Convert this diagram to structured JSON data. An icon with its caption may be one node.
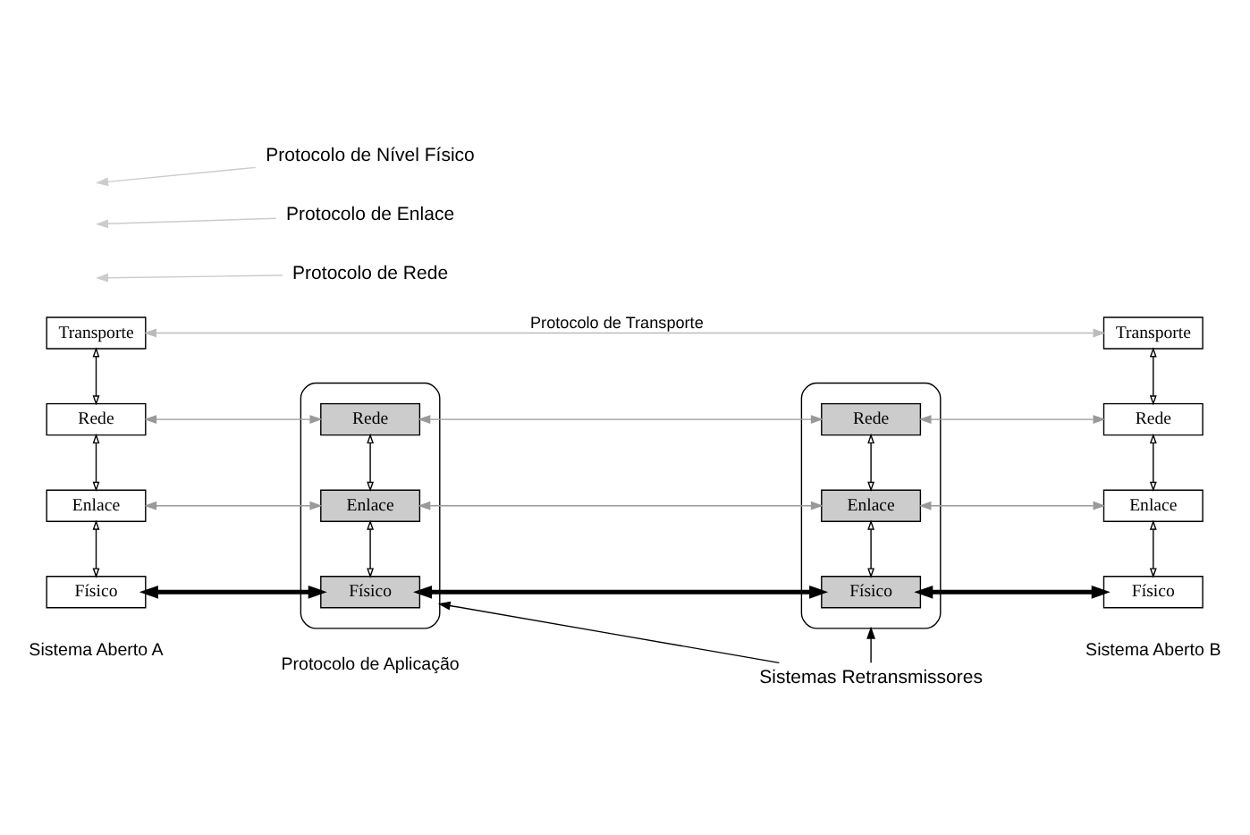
{
  "diagram": {
    "nodes": [
      {
        "text": [
          "Transporte"
        ]
      },
      {
        "text": [
          "Rede"
        ]
      },
      {
        "text": [
          "Enlace"
        ]
      },
      {
        "text": [
          "Físico"
        ]
      },
      {
        "text": [],
        "shape": "ellipse"
      },
      {
        "text": [
          "Rede"
        ],
        "in": 4
      },
      {
        "text": [
          "Enlace"
        ],
        "in": 4
      },
      {
        "text": [
          "Físico"
        ],
        "in": 4
      },
      {
        "text": [],
        "shape": "ellipse"
      },
      {
        "text": [
          "Rede"
        ],
        "in": 8
      },
      {
        "text": [
          "Enlace"
        ],
        "in": 8
      },
      {
        "text": [
          "Físico"
        ],
        "in": 8
      },
      {
        "text": [
          "Transporte"
        ]
      },
      {
        "text": [
          "Rede"
        ]
      },
      {
        "text": [
          "Enlace"
        ]
      },
      {
        "text": [
          "Físico"
        ]
      },
      {
        "text": [
          "Protocolo de Rede"
        ]
      },
      {
        "text": [
          "Protocolo de Enlace"
        ]
      },
      {
        "text": [
          "Protocolo de Nível Físico"
        ]
      },
      {
        "text": [
          "Sistemas Retransmissores"
        ]
      }
    ],
    "edges": [
      {
        "from": 0,
        "to": 12,
        "arrow": "both",
        "label": "Protocolo de Transporte",
        "color": "#bbbbbb"
      },
      {
        "from": 0,
        "to": 1,
        "arrow": "both"
      },
      {
        "from": 1,
        "to": 2,
        "arrow": "both"
      },
      {
        "from": 2,
        "to": 3,
        "arrow": "both"
      },
      {
        "from": 1,
        "to": 5,
        "arrow": "both",
        "color": "#999999"
      },
      {
        "from": 5,
        "to": 9,
        "arrow": "both",
        "color": "#999999"
      },
      {
        "from": 9,
        "to": 13,
        "arrow": "both",
        "color": "#999999"
      },
      {
        "from": 5,
        "to": 6,
        "arrow": "both"
      },
      {
        "from": 6,
        "to": 7,
        "arrow": "both"
      },
      {
        "from": 9,
        "to": 10,
        "arrow": "both"
      },
      {
        "from": 10,
        "to": 11,
        "arrow": "both"
      },
      {
        "from": 12,
        "to": 13,
        "arrow": "both"
      },
      {
        "from": 13,
        "to": 14,
        "arrow": "both"
      },
      {
        "from": 14,
        "to": 15,
        "arrow": "both"
      },
      {
        "from": 2,
        "to": 6,
        "arrow": "both",
        "color": "#999999"
      },
      {
        "from": 6,
        "to": 10,
        "arrow": "both",
        "color": "#999999"
      },
      {
        "from": 10,
        "to": 14,
        "arrow": "both",
        "color": "#999999"
      },
      {
        "from": 3,
        "to": 7,
        "arrow": "both",
        "style": "thick"
      },
      {
        "from": 7,
        "to": 11,
        "arrow": "both",
        "style": "thick"
      },
      {
        "from": 11,
        "to": 15,
        "arrow": "both",
        "style": "thick"
      },
      {
        "from": 16,
        "to": null,
        "arrow": "to",
        "color": "#cccccc"
      },
      {
        "from": 17,
        "to": null,
        "arrow": "to",
        "color": "#cccccc"
      },
      {
        "from": 18,
        "to": null,
        "arrow": "to",
        "color": "#cccccc"
      },
      {
        "from": 19,
        "to": 4,
        "arrow": "to"
      },
      {
        "from": 19,
        "to": 8,
        "arrow": "to"
      }
    ],
    "labels": [
      "Sistema Aberto A",
      "Sistema Aberto B",
      "Protocolo de Aplicação"
    ]
  }
}
